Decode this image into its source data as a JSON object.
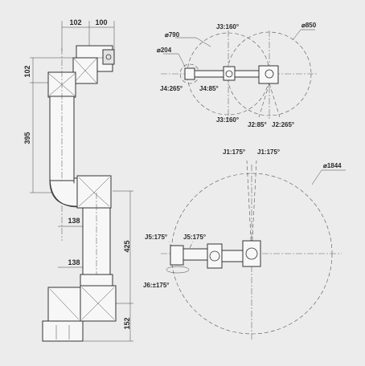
{
  "side_view": {
    "dim_top_left": "102",
    "dim_top_right": "100",
    "dim_shoulder": "102",
    "dim_upper_arm": "395",
    "dim_forearm": "425",
    "dim_base": "152",
    "dim_wrist_width": "138",
    "dim_base_width": "138"
  },
  "top_view": {
    "d_790": "⌀790",
    "d_204": "⌀204",
    "d_850": "⌀850",
    "j3_top": "J3:160°",
    "j3_bottom": "J3:160°",
    "j4_left": "J4:265°",
    "j4_right": "J4:85°",
    "j2_left": "J2:85°",
    "j2_right": "J2:265°"
  },
  "front_view": {
    "j1_left": "J1:175°",
    "j1_right": "J1:175°",
    "d_1844": "⌀1844",
    "j5_left": "J5:175°",
    "j5_right": "J5:175°",
    "j6": "J6:±175°"
  }
}
